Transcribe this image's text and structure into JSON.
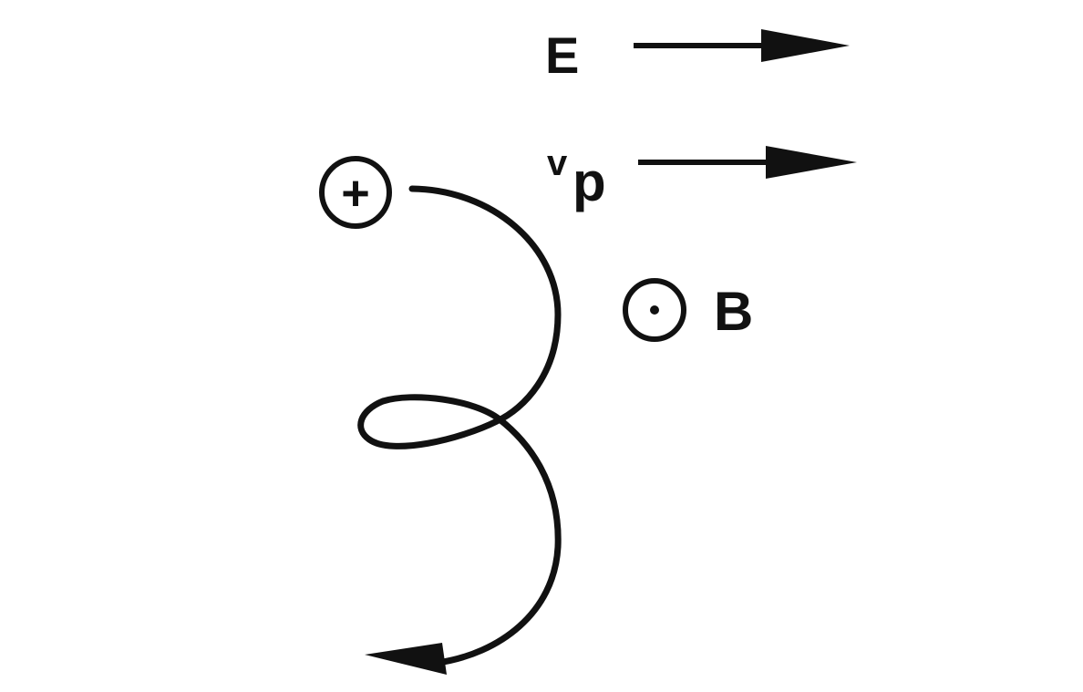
{
  "diagram": {
    "labels": {
      "electric_field": "E",
      "velocity_symbol": "v",
      "velocity_subscript": "p",
      "magnetic_field": "B",
      "charge_sign": "+"
    },
    "colors": {
      "stroke": "#111111",
      "background": "#ffffff"
    },
    "icons": {
      "positive_charge": "circled-plus-icon",
      "magnetic_field_out_of_page": "circled-dot-icon"
    }
  }
}
